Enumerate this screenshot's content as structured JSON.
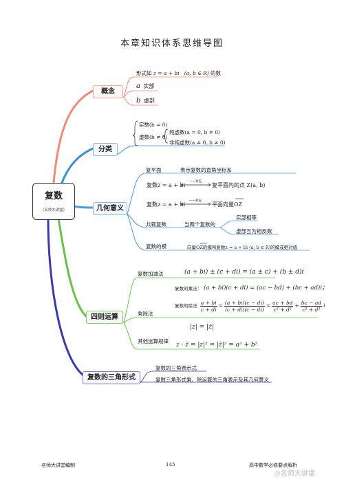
{
  "title": "本章知识体系思维导图",
  "root": {
    "label": "复数",
    "sub": "（名师大讲堂）"
  },
  "concept": {
    "label": "概念",
    "form_prefix": "形式如",
    "form_expr": "z = a + bi",
    "form_cond": "(a, b ∈ R)",
    "form_suffix": "的数",
    "a_sym": "a",
    "a_label": "实部",
    "b_sym": "b",
    "b_label": "虚部"
  },
  "classify": {
    "label": "分类",
    "real": "实数(b = 0)",
    "imag": "虚数(b ≠ 0)",
    "pure": "纯虚数(a = 0, b ≠ 0)",
    "nonpure": "非纯虚数(a ≠ 0, b ≠ 0)"
  },
  "geometry": {
    "label": "几何意义",
    "plane": "复平面",
    "plane_desc": "表示复数的直角坐标系",
    "r1_left": "复数z = a + bi",
    "r1_arrow": "一一对应",
    "r1_right": "复平面内的点 Z(a, b)",
    "r2_left": "复数z = a + bi",
    "r2_arrow": "一一对应",
    "r2_right": "平面向量OZ",
    "conj": "共轭复数",
    "conj_when": "当两个复数的",
    "conj_real": "实部相等",
    "conj_imag": "虚部互为相反数",
    "modulus": "复数的模",
    "modulus_desc": "向量OZ的模叫复数z = a + bi  (a, b ∈ R)的模或绝对值"
  },
  "ops": {
    "label": "四则运算",
    "addsub": "复数加减法",
    "addsub_formula": "(a + bi) ± (c + di) = (a ± c) + (b ± d)i",
    "mul_prefix": "复数的乘法：",
    "mul_formula": "(a + bi)(c + di) = (ac − bd) + (bc + ad)i；",
    "muldiv": "乘除法",
    "div_prefix": "复数的除法",
    "div_n1": "a + bi",
    "div_d1": "c + di",
    "div_n2": "(a + bi)(c − di)",
    "div_d2": "(c + di)(c − di)",
    "div_n3": "ac + bd",
    "div_d3": "c² + d²",
    "div_n4": "bc − ad",
    "div_d4": "c² + d²",
    "div_tail": "i",
    "other": "其他运算规律",
    "other_f1": "|z| = |z̄|",
    "other_f2": "z · z̄ = |z|² = |z̄|² = a² + b²"
  },
  "trig": {
    "label": "复数的三角形式",
    "item1": "复数的三角表示式",
    "item2": "复数三角形式乘、除运算的三角表示及其几何意义"
  },
  "footer": {
    "left": "名师大讲堂编制",
    "page": "143",
    "right": "高中数学必修要点解析"
  },
  "watermark": "@名师大讲堂",
  "colors": {
    "concept": "#f28a7a",
    "classify": "#3a8fd6",
    "geometry": "#4a9ad8",
    "ops": "#6ac04a",
    "trig": "#3a3aa8"
  }
}
